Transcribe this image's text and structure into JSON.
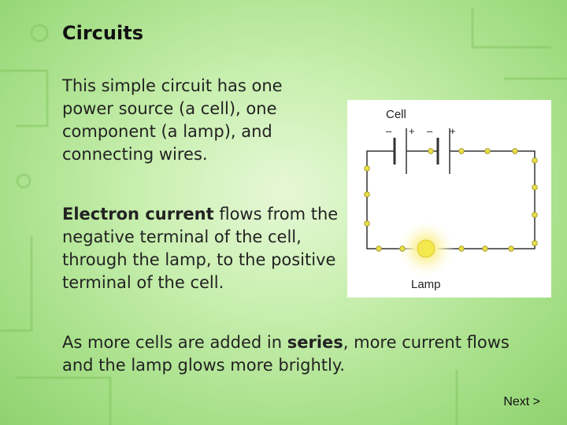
{
  "slide": {
    "title": "Circuits",
    "para1": "This simple circuit has one power source (a cell), one component (a lamp), and connecting wires.",
    "para2_bold": "Electron current",
    "para2_rest": " flows from the negative terminal of the cell, through the lamp, to the positive terminal of the cell.",
    "para3_start": "As more cells are added in ",
    "para3_bold": "series",
    "para3_rest": ", more current flows and the lamp glows more brightly."
  },
  "diagram": {
    "cell_label": "Cell",
    "lamp_label": "Lamp",
    "terminal_neg_1": "–",
    "terminal_pos_1": "+",
    "terminal_neg_2": "–",
    "terminal_pos_2": "+"
  },
  "nav": {
    "next_label": "Next >"
  },
  "colors": {
    "wire": "#333333",
    "electron_dot": "#e8e04a",
    "lamp_glow": "#f7ef8a"
  }
}
